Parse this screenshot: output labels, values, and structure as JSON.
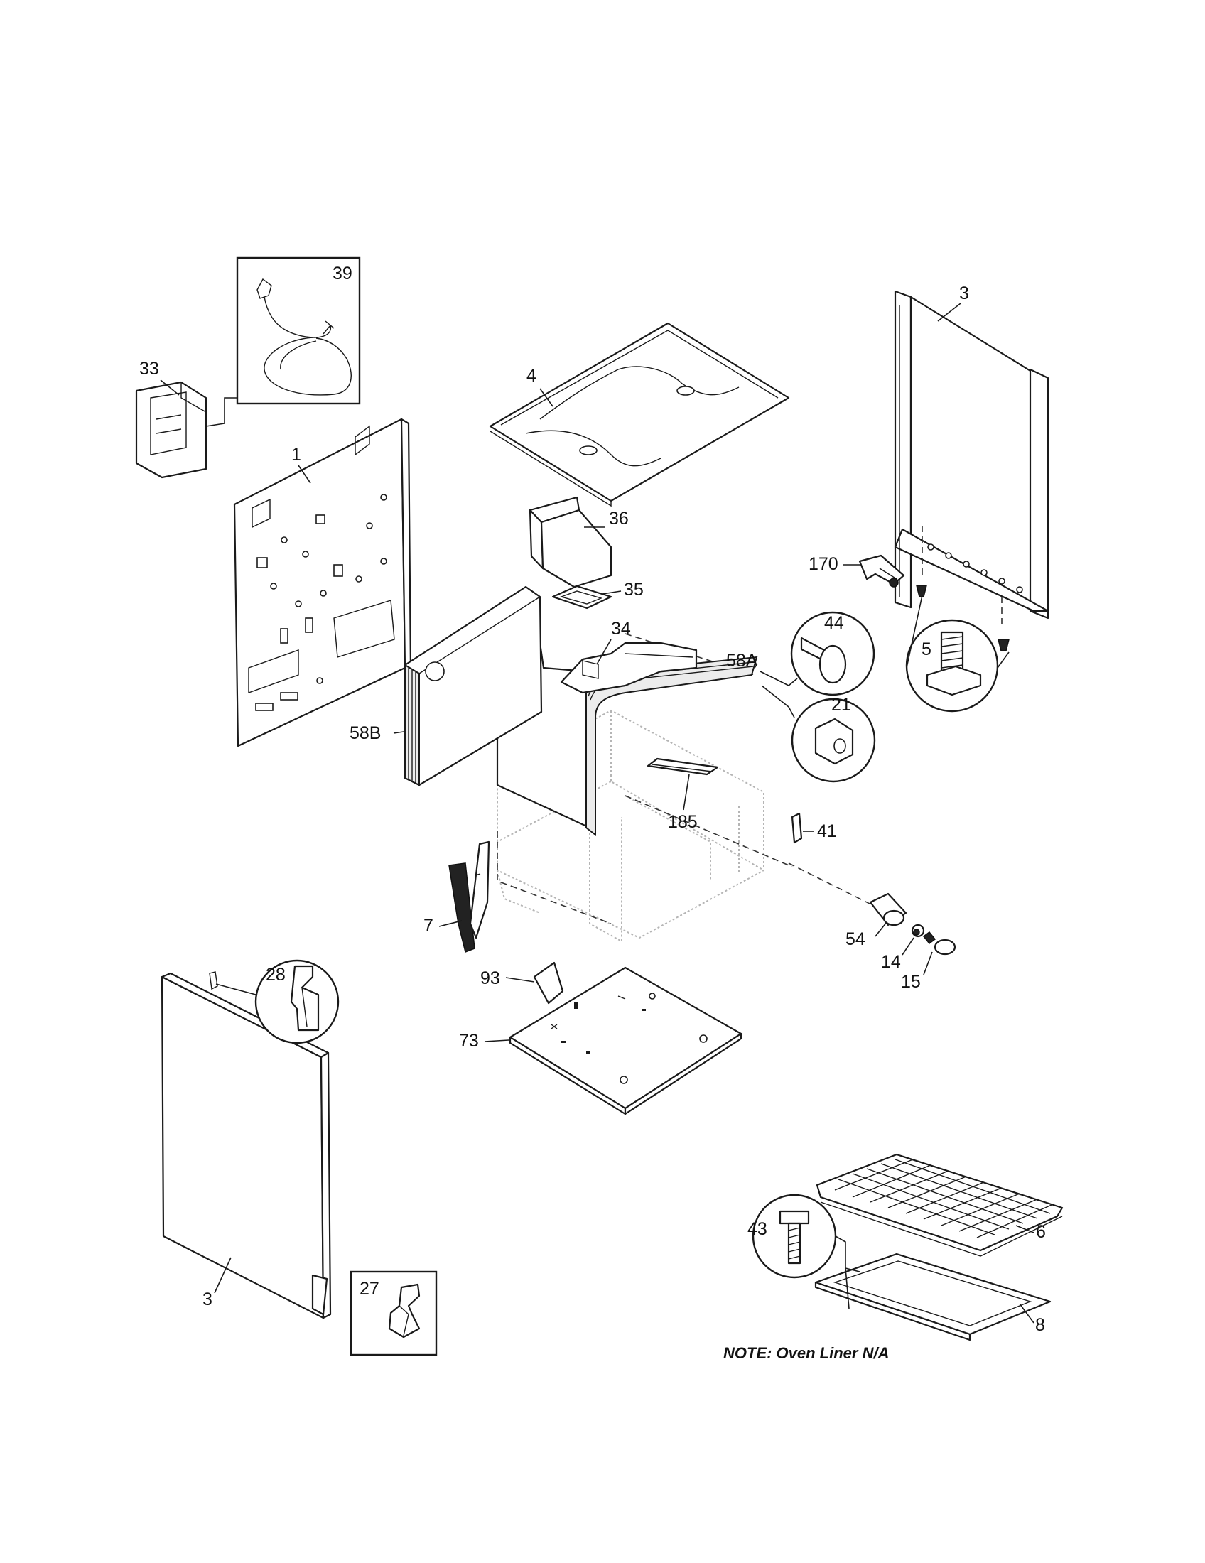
{
  "labels": {
    "p39": "39",
    "p33": "33",
    "p4": "4",
    "p3_top": "3",
    "p1": "1",
    "p36": "36",
    "p35": "35",
    "p170": "170",
    "p44": "44",
    "p5": "5",
    "p34": "34",
    "p58A": "58A",
    "p21": "21",
    "p58B": "58B",
    "p185": "185",
    "p41": "41",
    "p7": "7",
    "p54": "54",
    "p14": "14",
    "p15": "15",
    "p28": "28",
    "p93": "93",
    "p73": "73",
    "p6": "6",
    "p43": "43",
    "p3_bottom": "3",
    "p27": "27",
    "p8": "8"
  },
  "note": "NOTE: Oven Liner N/A"
}
